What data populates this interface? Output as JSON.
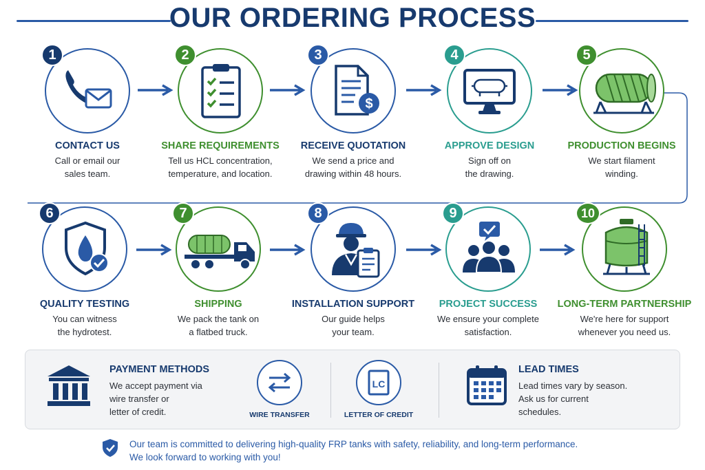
{
  "title": "OUR ORDERING PROCESS",
  "colors": {
    "navy": "#173a6e",
    "blue": "#2a5aa6",
    "green": "#3f8f2f",
    "teal": "#2a9d8f"
  },
  "steps": [
    {
      "number": "1",
      "title": "CONTACT US",
      "desc": [
        "Call or email our",
        "sales team."
      ],
      "icon": "phone-mail-icon"
    },
    {
      "number": "2",
      "title": "SHARE REQUIREMENTS",
      "desc": [
        "Tell us HCL concentration,",
        "temperature, and location."
      ],
      "icon": "clipboard-checklist-icon"
    },
    {
      "number": "3",
      "title": "RECEIVE QUOTATION",
      "desc": [
        "We send a price and",
        "drawing within 48 hours."
      ],
      "icon": "document-dollar-icon"
    },
    {
      "number": "4",
      "title": "APPROVE DESIGN",
      "desc": [
        "Sign off on",
        "the drawing."
      ],
      "icon": "monitor-design-icon"
    },
    {
      "number": "5",
      "title": "PRODUCTION BEGINS",
      "desc": [
        "We start filament",
        "winding."
      ],
      "icon": "tank-winding-icon"
    },
    {
      "number": "6",
      "title": "QUALITY TESTING",
      "desc": [
        "You can witness",
        "the hydrotest."
      ],
      "icon": "shield-drop-icon"
    },
    {
      "number": "7",
      "title": "SHIPPING",
      "desc": [
        "We pack the tank on",
        "a flatbed truck."
      ],
      "icon": "flatbed-truck-icon"
    },
    {
      "number": "8",
      "title": "INSTALLATION SUPPORT",
      "desc": [
        "Our guide helps",
        "your team."
      ],
      "icon": "worker-clipboard-icon"
    },
    {
      "number": "9",
      "title": "PROJECT SUCCESS",
      "desc": [
        "We ensure your complete",
        "satisfaction."
      ],
      "icon": "team-check-icon"
    },
    {
      "number": "10",
      "title": "LONG-TERM PARTNERSHIP",
      "desc": [
        "We're here for support",
        "whenever you need us."
      ],
      "icon": "storage-tank-icon"
    }
  ],
  "payment": {
    "title": "PAYMENT METHODS",
    "text": [
      "We accept payment via",
      "wire transfer or",
      "letter of credit."
    ],
    "wire_label": "WIRE TRANSFER",
    "lc_label": "LETTER OF CREDIT",
    "lc_badge": "LC"
  },
  "lead": {
    "title": "LEAD TIMES",
    "text": [
      "Lead times vary by season.",
      "Ask us for current",
      "schedules."
    ]
  },
  "footer": {
    "lines": [
      "Our team is committed to delivering high-quality FRP tanks with safety, reliability, and long-term performance.",
      "We look forward to working with you!"
    ]
  }
}
